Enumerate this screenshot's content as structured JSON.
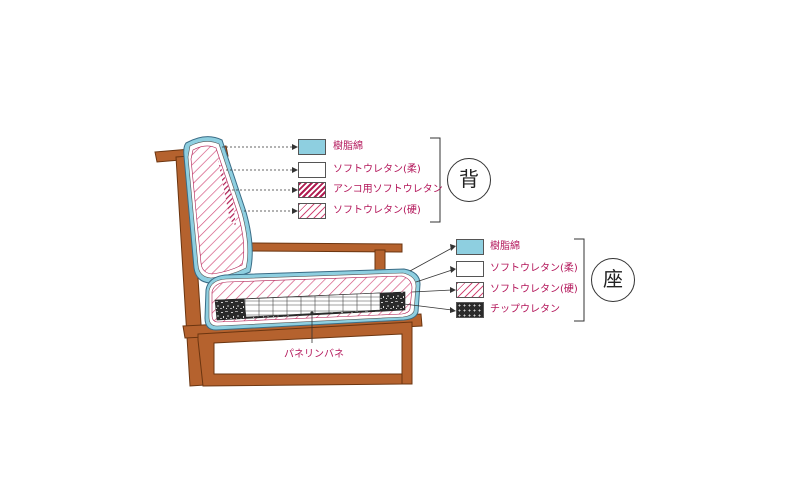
{
  "back": {
    "group_label": "背",
    "layers": [
      {
        "label": "樹脂綿",
        "fill": "resin"
      },
      {
        "label": "ソフトウレタン(柔)",
        "fill": "white"
      },
      {
        "label": "アンコ用ソフトウレタン",
        "fill": "dense-hatch"
      },
      {
        "label": "ソフトウレタン(硬)",
        "fill": "light-hatch"
      }
    ]
  },
  "seat": {
    "group_label": "座",
    "layers": [
      {
        "label": "樹脂綿",
        "fill": "resin"
      },
      {
        "label": "ソフトウレタン(柔)",
        "fill": "white"
      },
      {
        "label": "ソフトウレタン(硬)",
        "fill": "light-hatch"
      },
      {
        "label": "チップウレタン",
        "fill": "chip"
      }
    ]
  },
  "spring_label": "パネリンバネ",
  "colors": {
    "wood": "#b5622e",
    "wood_dark": "#6b3510",
    "resin": "#8ecfe0",
    "hatch": "#c8285e",
    "label_text": "#b3165a"
  }
}
